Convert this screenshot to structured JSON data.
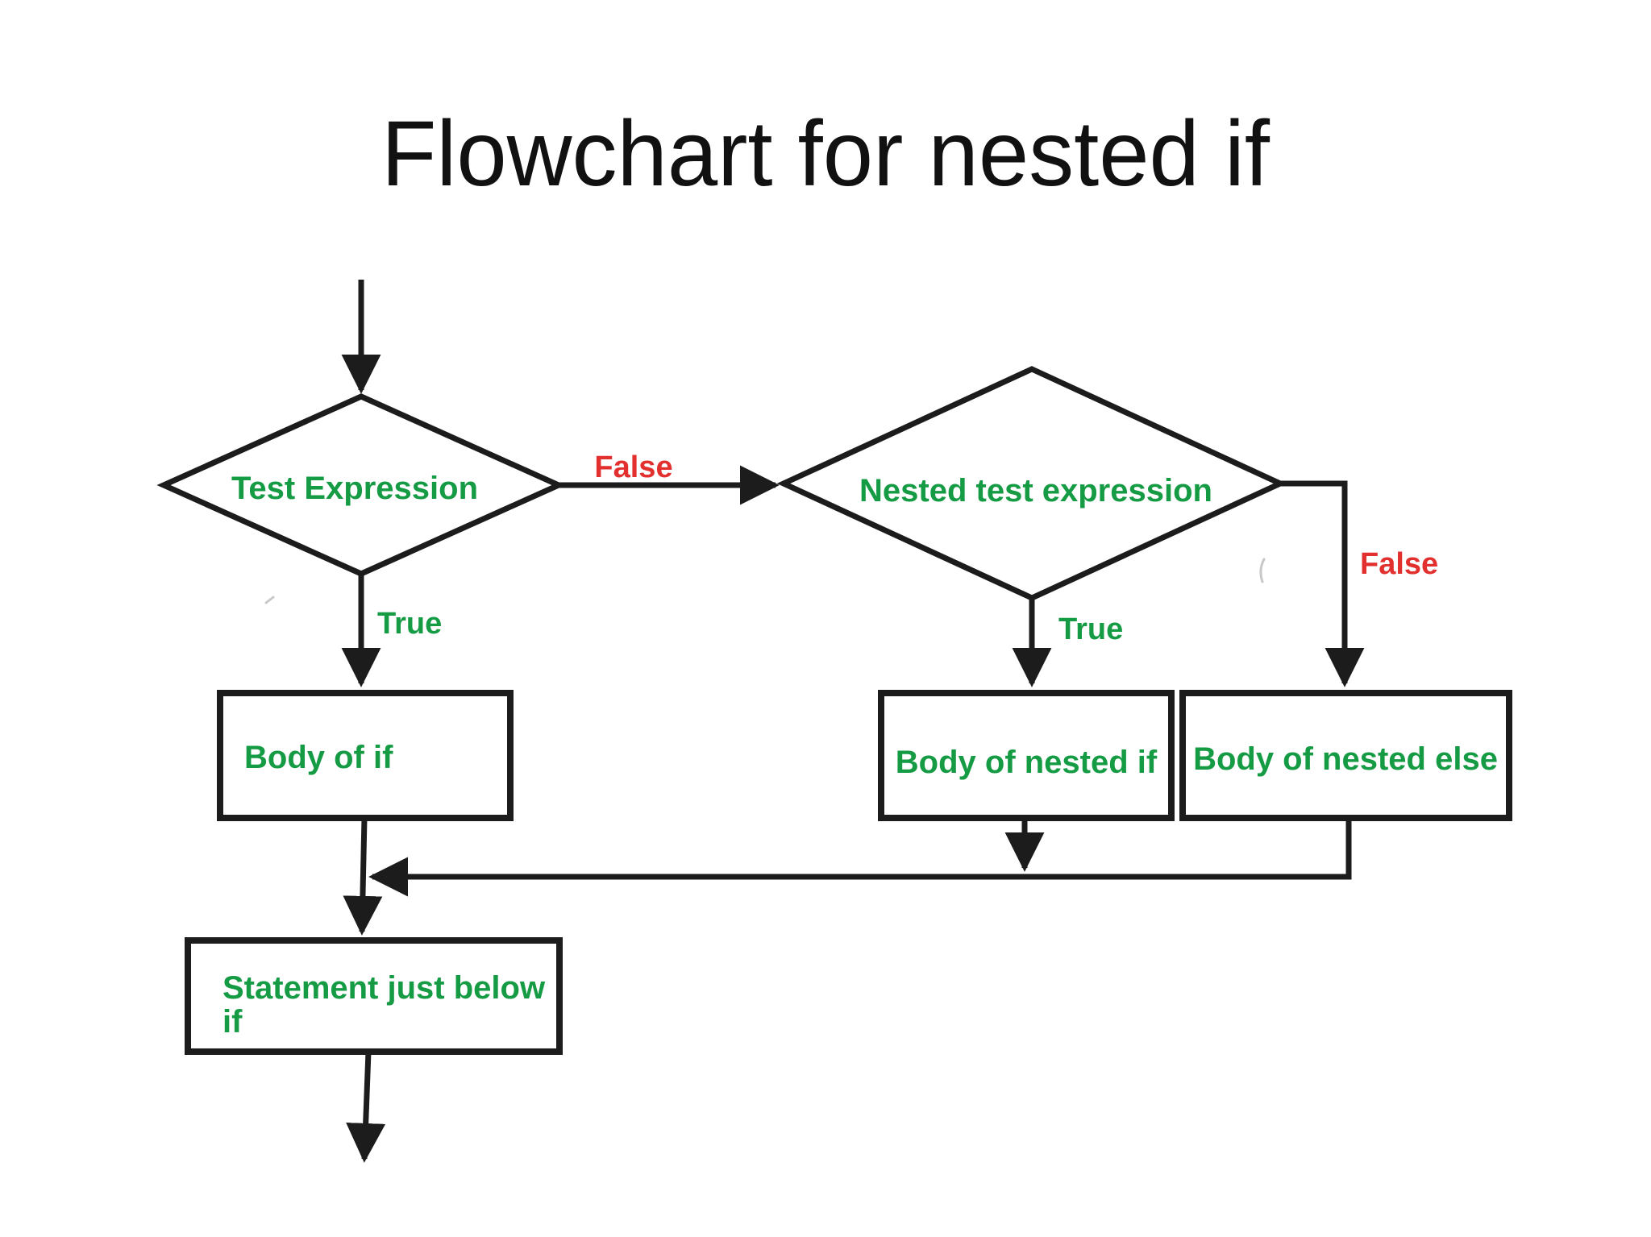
{
  "title": "Flowchart for nested if",
  "nodes": {
    "test": {
      "type": "decision",
      "label": "Test Expression"
    },
    "nested": {
      "type": "decision",
      "label": "Nested test expression"
    },
    "body_if": {
      "type": "process",
      "label": "Body of if"
    },
    "body_nested_if": {
      "type": "process",
      "label": "Body of nested if"
    },
    "body_nested_else": {
      "type": "process",
      "label": "Body of nested else"
    },
    "statement": {
      "type": "process",
      "label": "Statement just below if",
      "line1": "Statement just below",
      "line2": "if"
    }
  },
  "edge_labels": {
    "test_false": "False",
    "test_true": "True",
    "nested_true": "True",
    "nested_false": "False"
  },
  "colors": {
    "label_green": "#169b45",
    "branch_red": "#e2302f",
    "line_black": "#1c1c1c",
    "background": "#ffffff"
  }
}
